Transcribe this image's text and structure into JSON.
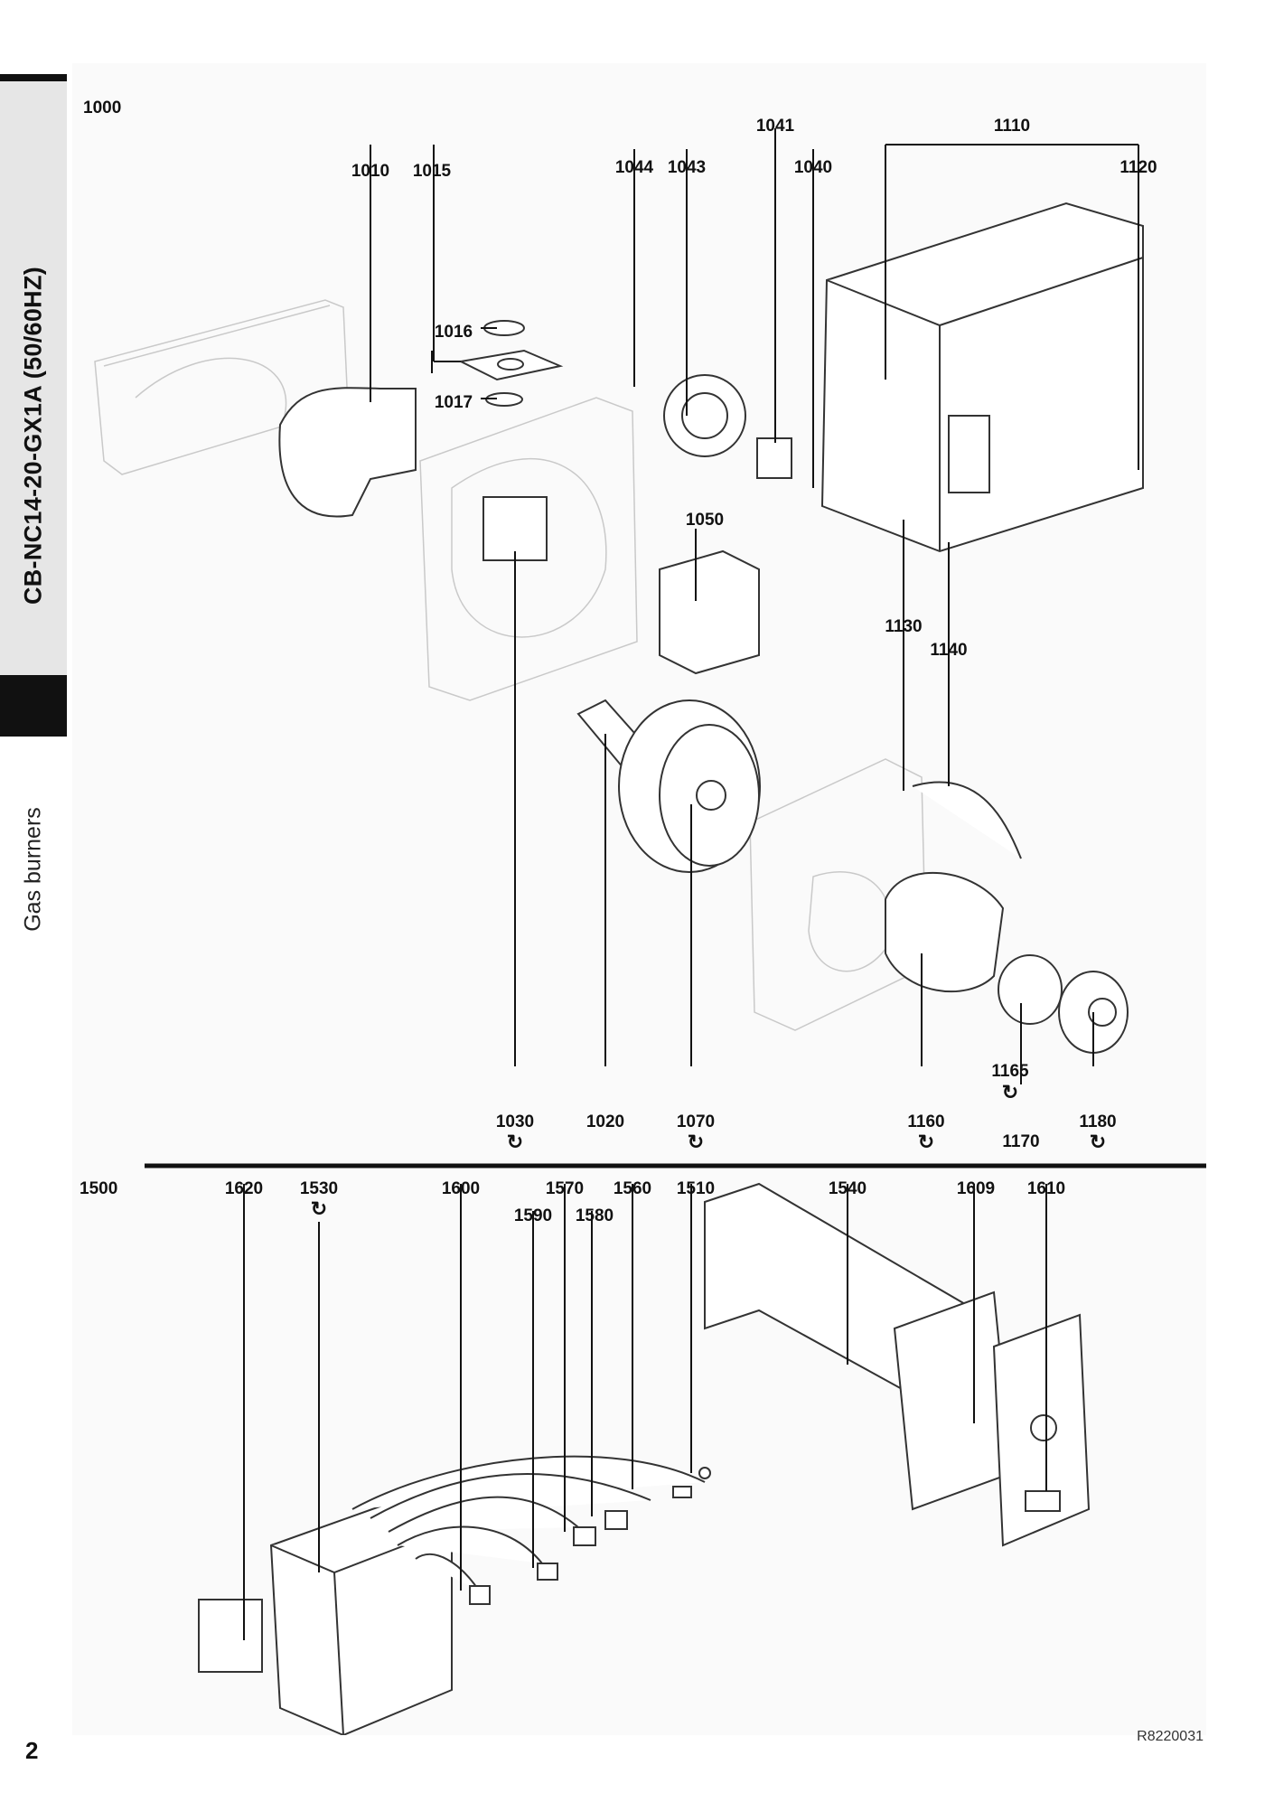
{
  "sidebar": {
    "model": "CB-NC14-20-GX1A (50/60HZ)",
    "category": "Gas burners"
  },
  "page_number": "2",
  "drawing_code": "R8220031",
  "rotating_symbol": "↻",
  "top_section": {
    "group_label": "1000",
    "labels": {
      "p1010": "1010",
      "p1015": "1015",
      "p1016": "1016",
      "p1017": "1017",
      "p1044": "1044",
      "p1043": "1043",
      "p1041": "1041",
      "p1040": "1040",
      "p1110": "1110",
      "p1120": "1120",
      "p1050": "1050",
      "p1130": "1130",
      "p1140": "1140",
      "p1165": "1165",
      "p1030": "1030",
      "p1020": "1020",
      "p1070": "1070",
      "p1160": "1160",
      "p1170": "1170",
      "p1180": "1180"
    }
  },
  "bottom_section": {
    "group_label": "1500",
    "labels": {
      "p1620": "1620",
      "p1530": "1530",
      "p1600": "1600",
      "p1570": "1570",
      "p1560": "1560",
      "p1510": "1510",
      "p1590": "1590",
      "p1580": "1580",
      "p1540": "1540",
      "p1609": "1609",
      "p1610": "1610"
    }
  }
}
